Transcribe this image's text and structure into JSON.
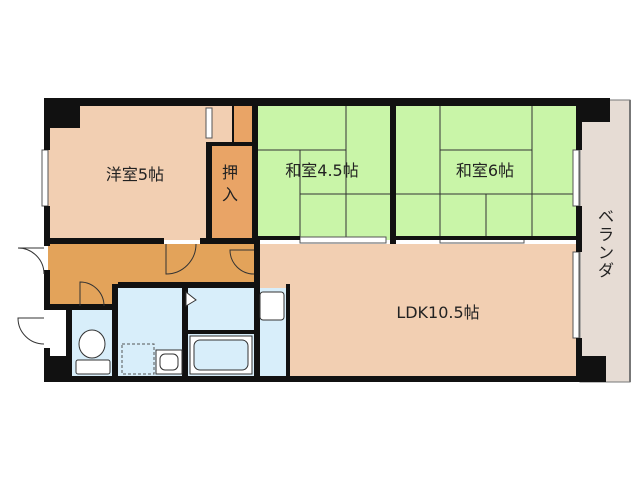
{
  "rooms": {
    "western": {
      "label": "洋室5帖"
    },
    "closet": {
      "label": "押入"
    },
    "japanese_a": {
      "label": "和室4.5帖"
    },
    "japanese_b": {
      "label": "和室6帖"
    },
    "ldk": {
      "label": "LDK10.5帖"
    },
    "balcony": {
      "label": "ベランダ"
    }
  },
  "colors": {
    "western": "#f2cfb2",
    "ldk": "#f2cfb2",
    "tatami": "#c9f5a8",
    "closet": "#e9a466",
    "corridor": "#e3a35a",
    "wet_area": "#d8eefa",
    "balcony": "#e6dcd4",
    "wall": "#111111"
  }
}
